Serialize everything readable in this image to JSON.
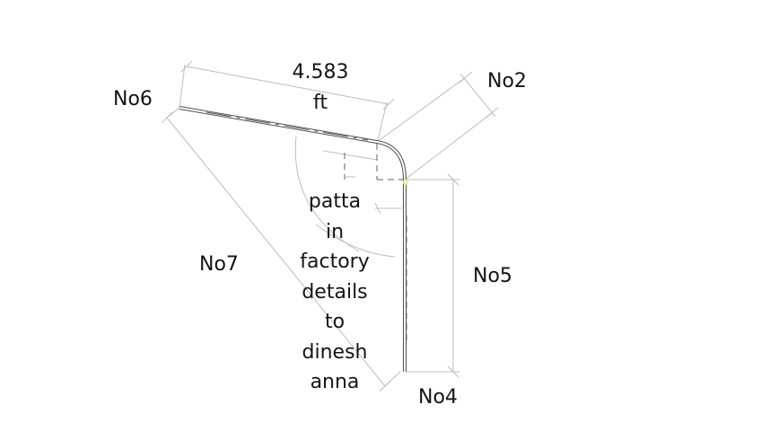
{
  "labels": {
    "length_value": "4.583",
    "length_unit": "ft",
    "no2": "No2",
    "no4": "No4",
    "no5": "No5",
    "no6": "No6",
    "no7": "No7"
  },
  "note": [
    "patta",
    "in",
    "factory",
    "details",
    "to",
    "dinesh",
    "anna"
  ],
  "colors": {
    "dimension_line": "#bdbdbd",
    "bar_outline": "#505050",
    "bar_fill": "#ffffff",
    "hidden_line": "#606060",
    "text": "#141414",
    "end_point_marker": "#f2f2a0"
  }
}
